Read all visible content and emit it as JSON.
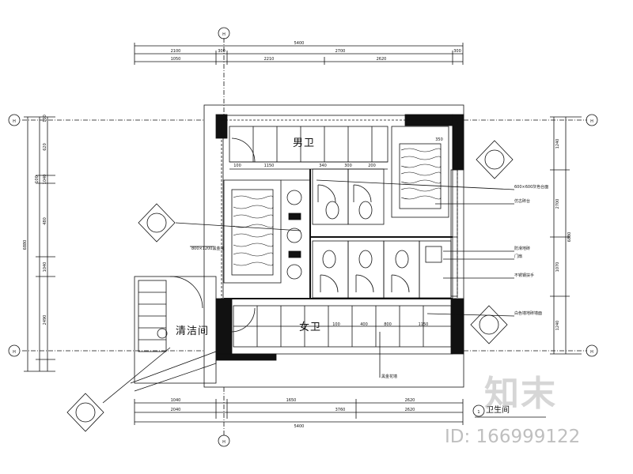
{
  "drawing": {
    "rooms": {
      "male": "男卫",
      "female": "女卫",
      "cleaning": "清洁间"
    },
    "axis_labels": {
      "top": "H",
      "bottom": "H",
      "left_top": "H",
      "left_bottom": "H",
      "right_top": "H",
      "right_bottom": "H"
    },
    "title": "卫生间",
    "title_number": "1",
    "top_dims_overall": "5400",
    "top_dims_row2": [
      "2100",
      "300",
      "2700",
      "300"
    ],
    "top_dims_row3": [
      "1050",
      "2210",
      "2620"
    ],
    "bottom_dims_row1": [
      "1040",
      "1650",
      "2620"
    ],
    "bottom_dims_row2": [
      "2040",
      "3760",
      "2620"
    ],
    "bottom_dims_overall": "5400",
    "left_dims": [
      "100",
      "620",
      "1040",
      "100",
      "480",
      "1040",
      "2490"
    ],
    "left_dims_overall": "6880",
    "right_dims": [
      "1240",
      "2700",
      "1070",
      "1240"
    ],
    "right_dims_overall": "6880",
    "inner_dims": [
      "100",
      "1150",
      "340",
      "300",
      "200",
      "350"
    ],
    "inner_dims_female": [
      "100",
      "400",
      "800",
      "1150"
    ],
    "notes": {
      "left_mid": "800×1200黑金花",
      "right_1": "600×600灰色台面",
      "right_2": "仿古砖台",
      "right_3": "防滑地砖",
      "right_4": "门扇",
      "right_5": "不锈钢扶手",
      "right_6": "白色墙地砖墙面",
      "bottom_mid": "黑金花墙"
    }
  },
  "watermark": {
    "logo_text": "知末",
    "id_text": "ID: 166999122"
  }
}
